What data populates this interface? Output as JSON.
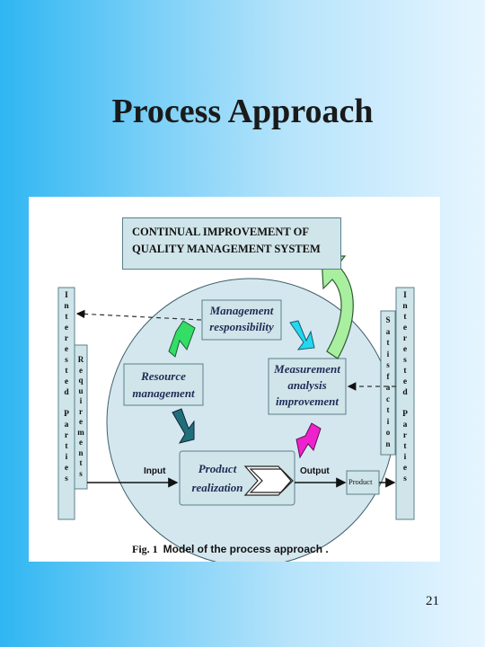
{
  "slide": {
    "title": "Process Approach",
    "page_number": "21"
  },
  "diagram": {
    "ci_line1": "CONTINUAL IMPROVEMENT OF",
    "ci_line2": "QUALITY MANAGEMENT SYSTEM",
    "left_column": [
      "I",
      "n",
      "t",
      "e",
      "r",
      "e",
      "s",
      "t",
      "e",
      "d",
      "",
      "P",
      "a",
      "r",
      "t",
      "i",
      "e",
      "s"
    ],
    "requirements": [
      "R",
      "e",
      "q",
      "u",
      "i",
      "r",
      "e",
      "m",
      "e",
      "n",
      "t",
      "s"
    ],
    "right_column": [
      "I",
      "n",
      "t",
      "e",
      "r",
      "e",
      "s",
      "t",
      "e",
      "d",
      "",
      "P",
      "a",
      "r",
      "t",
      "i",
      "e",
      "s"
    ],
    "satisfaction": [
      "S",
      "a",
      "t",
      "i",
      "s",
      "f",
      "a",
      "c",
      "t",
      "i",
      "o",
      "n"
    ],
    "mgmt_line1": "Management",
    "mgmt_line2": "responsibility",
    "resource_line1": "Resource",
    "resource_line2": "management",
    "measure_line1": "Measurement",
    "measure_line2": "analysis",
    "measure_line3": "improvement",
    "product_line1": "Product",
    "product_line2": "realization",
    "input_label": "Input",
    "output_label": "Output",
    "product_box": "Product",
    "caption_fig": "Fig. 1",
    "caption_text": "Model of the process approach ."
  },
  "colors": {
    "circle_fill": "#d4e7ef",
    "box_fill": "#cfe5ea",
    "arrow_green": "#33dd66",
    "arrow_cyan": "#22d8f0",
    "arrow_teal": "#1f6f7a",
    "arrow_magenta": "#ee22cc",
    "big_arrow": "#a8f0a0"
  }
}
